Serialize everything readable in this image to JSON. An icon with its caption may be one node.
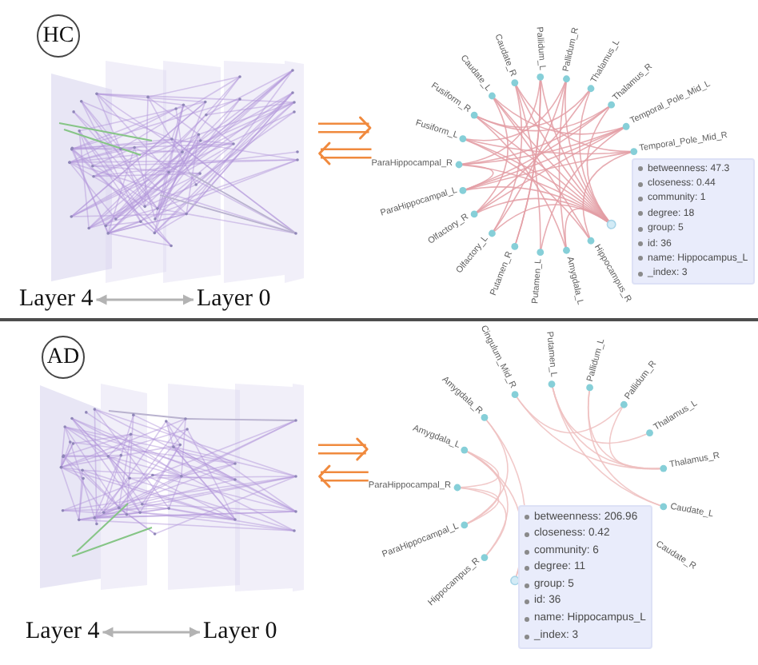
{
  "diagram": {
    "nodes": [
      {
        "text": [
          "HC"
        ]
      },
      {
        "text": [],
        "shape": "picture"
      },
      {
        "text": [
          "ParaHippocampal_R",
          "Fusiform_L",
          "Fusiform_R",
          "Caudate_L",
          "Caudate_R",
          "Pallidum_L",
          "Pallidum_R",
          "Thalamus_L",
          "Thalamus_R",
          "Temporal_Pole_Mid_L",
          "Temporal_Pole_Mid_R",
          "Hippocampus_R",
          "Amygdala_L",
          "Putamen_L",
          "Putamen_R",
          "Olfactory_L",
          "Olfactory_R",
          "ParaHippocampal_L"
        ]
      },
      {
        "text": [
          "betweenness: 47.3",
          "closeness: 0.44",
          "community: 1",
          "degree: 18",
          "group: 5",
          "id: 36",
          "name: Hippocampus_L",
          "_index: 3"
        ]
      },
      {
        "text": [
          "Layer 4"
        ]
      },
      {
        "text": [
          "Layer 0"
        ]
      },
      {
        "text": [
          "AD"
        ]
      },
      {
        "text": [],
        "shape": "picture"
      },
      {
        "text": [
          "ParaHippocampal_R",
          "Amygdala_L",
          "Amygdala_R",
          "Cingulum_Mid_R",
          "Putamen_L",
          "Pallidum_L",
          "Pallidum_R",
          "Thalamus_L",
          "Thalamus_R",
          "Caudate_L",
          "Caudate_R",
          "Hippocampus_R",
          "ParaHippocampal_L"
        ]
      },
      {
        "text": [
          "betweenness: 206.96",
          "closeness: 0.42",
          "community: 6",
          "degree: 11",
          "group: 5",
          "id: 36",
          "name: Hippocampus_L",
          "_index: 3"
        ]
      },
      {
        "text": [
          "Layer 4"
        ]
      },
      {
        "text": [
          "Layer 0"
        ]
      }
    ],
    "edges": [
      {
        "from": 1,
        "to": 2,
        "arrow": "to",
        "color": "#f08a3e"
      },
      {
        "from": 2,
        "to": 1,
        "arrow": "to",
        "color": "#f08a3e"
      },
      {
        "from": 4,
        "to": 5,
        "arrow": "both",
        "color": "#b3b3b3"
      },
      {
        "from": 7,
        "to": 8,
        "arrow": "to",
        "color": "#f08a3e"
      },
      {
        "from": 8,
        "to": 7,
        "arrow": "to",
        "color": "#f08a3e"
      },
      {
        "from": 10,
        "to": 11,
        "arrow": "both",
        "color": "#b3b3b3"
      }
    ]
  }
}
